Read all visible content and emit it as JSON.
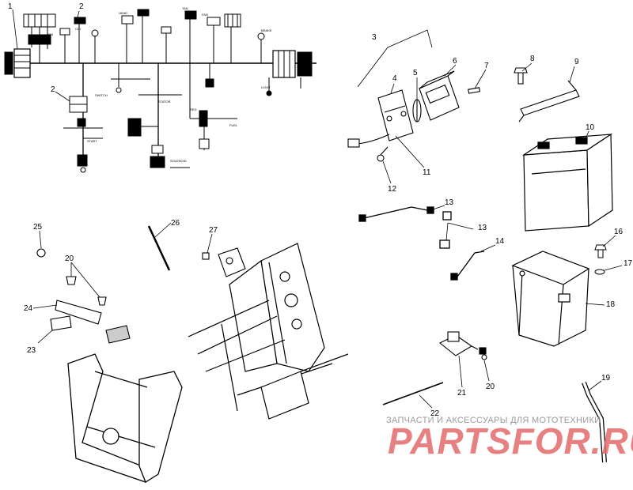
{
  "callouts": [
    {
      "id": "1",
      "text": "1"
    },
    {
      "id": "2a",
      "text": "2"
    },
    {
      "id": "2b",
      "text": "2"
    },
    {
      "id": "3",
      "text": "3"
    },
    {
      "id": "4",
      "text": "4"
    },
    {
      "id": "5",
      "text": "5"
    },
    {
      "id": "6",
      "text": "6"
    },
    {
      "id": "7",
      "text": "7"
    },
    {
      "id": "8",
      "text": "8"
    },
    {
      "id": "9",
      "text": "9"
    },
    {
      "id": "10",
      "text": "10"
    },
    {
      "id": "11",
      "text": "11"
    },
    {
      "id": "12",
      "text": "12"
    },
    {
      "id": "13a",
      "text": "13"
    },
    {
      "id": "13b",
      "text": "13"
    },
    {
      "id": "14",
      "text": "14"
    },
    {
      "id": "16",
      "text": "16"
    },
    {
      "id": "17",
      "text": "17"
    },
    {
      "id": "18",
      "text": "18"
    },
    {
      "id": "19",
      "text": "19"
    },
    {
      "id": "20a",
      "text": "20"
    },
    {
      "id": "20b",
      "text": "20"
    },
    {
      "id": "21",
      "text": "21"
    },
    {
      "id": "22",
      "text": "22"
    },
    {
      "id": "23",
      "text": "23"
    },
    {
      "id": "24",
      "text": "24"
    },
    {
      "id": "25",
      "text": "25"
    },
    {
      "id": "26",
      "text": "26"
    },
    {
      "id": "27",
      "text": "27"
    }
  ],
  "watermark": {
    "tagline": "ЗАПЧАСТИ И АКСЕССУАРЫ ДЛЯ МОТОТЕХНИКИ",
    "brand": "PARTSFOR.RU"
  }
}
